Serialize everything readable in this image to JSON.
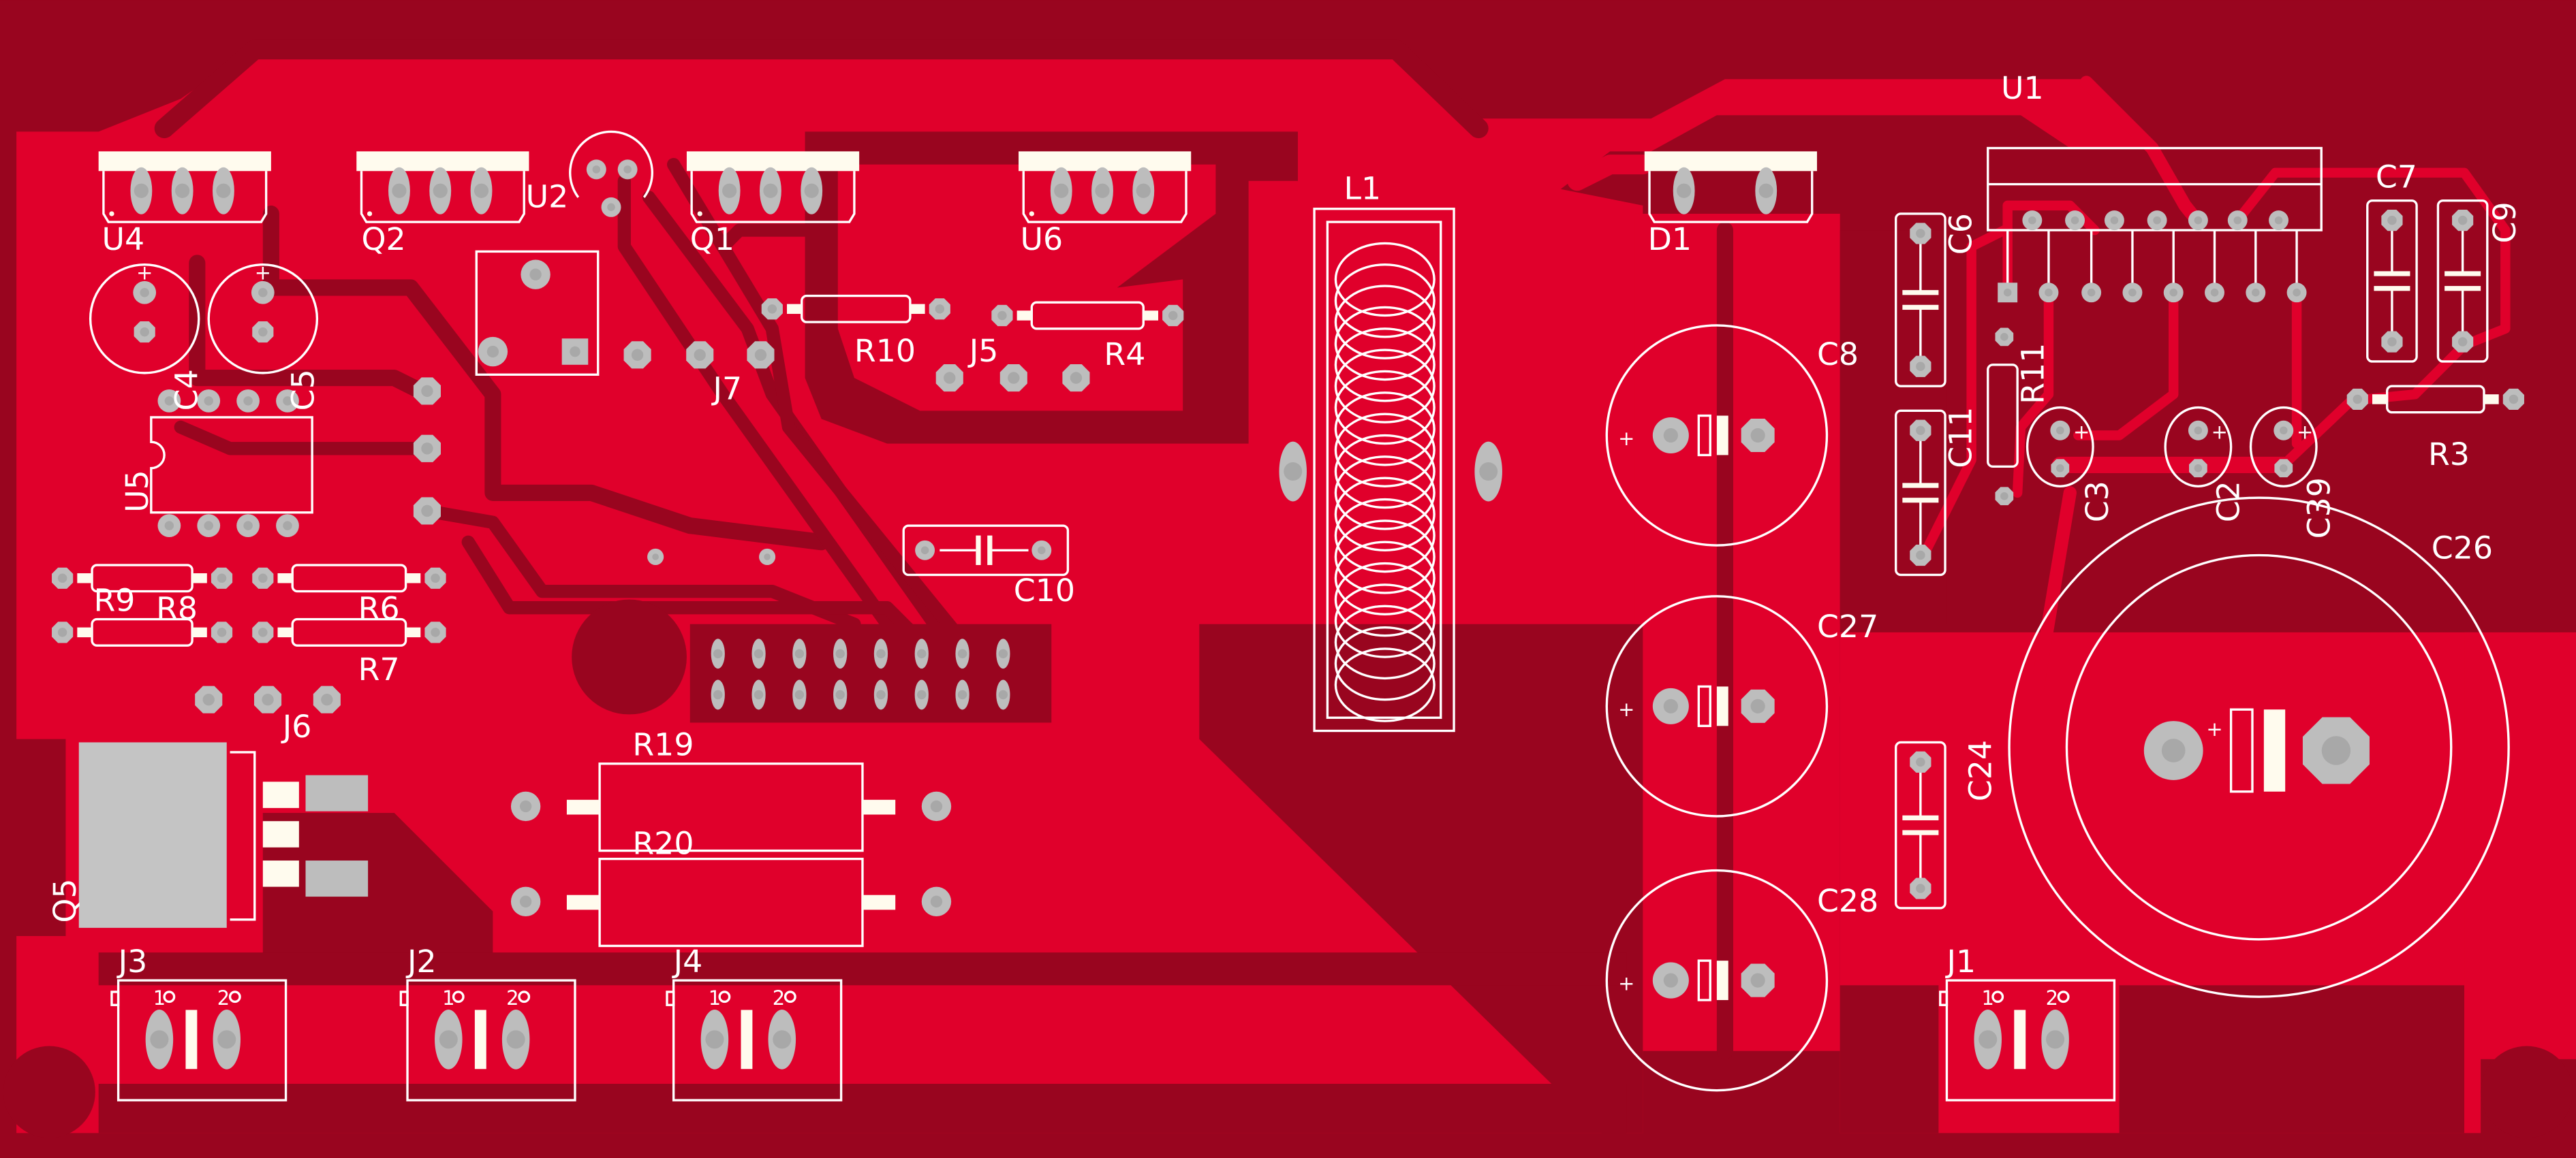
{
  "board": {
    "copper_color": "#e0002b",
    "substrate_color": "#99051f",
    "silkscreen_color": "#ffffff",
    "pad_color": "#bdbdbd"
  },
  "labels": {
    "U4": "U4",
    "Q2": "Q2",
    "U2": "U2",
    "Q1": "Q1",
    "U6": "U6",
    "D1": "D1",
    "U1": "U1",
    "L1": "L1",
    "C4": "C4",
    "C5": "C5",
    "U5": "U5",
    "R9": "R9",
    "R8": "R8",
    "R6": "R6",
    "R7": "R7",
    "J6": "J6",
    "J7": "J7",
    "R10": "R10",
    "J5": "J5",
    "R4": "R4",
    "C10": "C10",
    "R19": "R19",
    "R20": "R20",
    "Q5": "Q5",
    "J3": "J3",
    "J2": "J2",
    "J4": "J4",
    "J1": "J1",
    "C8": "C8",
    "C27": "C27",
    "C28": "C28",
    "C26": "C26",
    "C24": "C24",
    "C6": "C6",
    "C11": "C11",
    "R11": "R11",
    "C3": "C3",
    "C2": "C2",
    "C39": "C39",
    "C7": "C7",
    "C9": "C9",
    "R3": "R3"
  },
  "terminal_pins": {
    "pin1": "1",
    "pin2": "2"
  },
  "polarity_mark": "+"
}
